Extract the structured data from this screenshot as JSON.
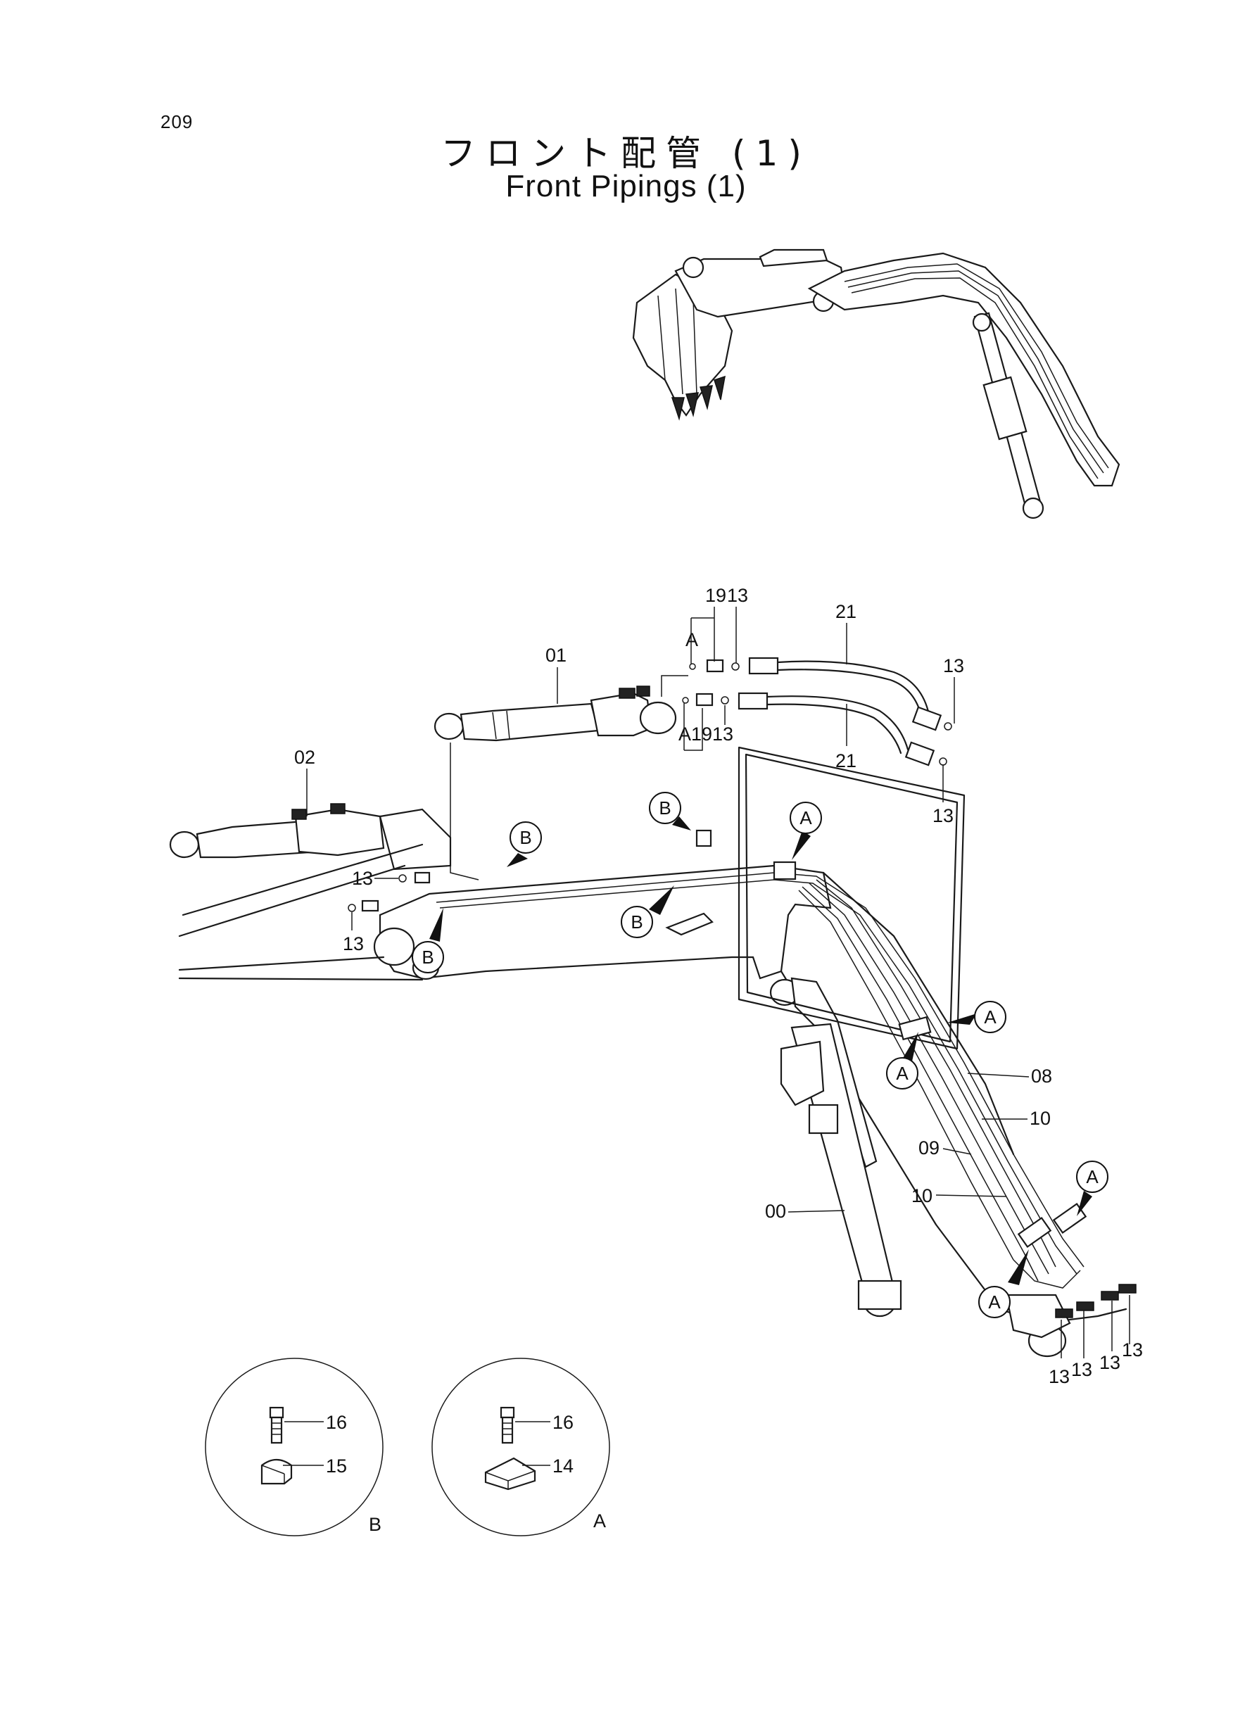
{
  "page_number": "209",
  "title_jp": "フロント配管 (1)",
  "title_en": "Front Pipings (1)",
  "part_labels": {
    "p00": "00",
    "p01": "01",
    "p02": "02",
    "p08": "08",
    "p09": "09",
    "p10a": "10",
    "p10b": "10",
    "p21a": "21",
    "p21b": "21",
    "p19a": "19",
    "p19b": "19",
    "p13a": "13",
    "p13b": "13",
    "p13c": "13",
    "p13d": "13",
    "p13e": "13",
    "p13f": "13",
    "p13g": "13",
    "p13h": "13",
    "p13i": "13",
    "p13j": "13",
    "p16a": "16",
    "p15": "15",
    "p16b": "16",
    "p14": "14"
  },
  "callouts": {
    "a_top_upper": "A",
    "a_top_lower": "A",
    "b1": "B",
    "b2": "B",
    "b3": "B",
    "b4": "B",
    "a1": "A",
    "a2": "A",
    "a3": "A",
    "a4": "A",
    "a5": "A"
  },
  "detail_views": {
    "left_label": "B",
    "right_label": "A"
  }
}
